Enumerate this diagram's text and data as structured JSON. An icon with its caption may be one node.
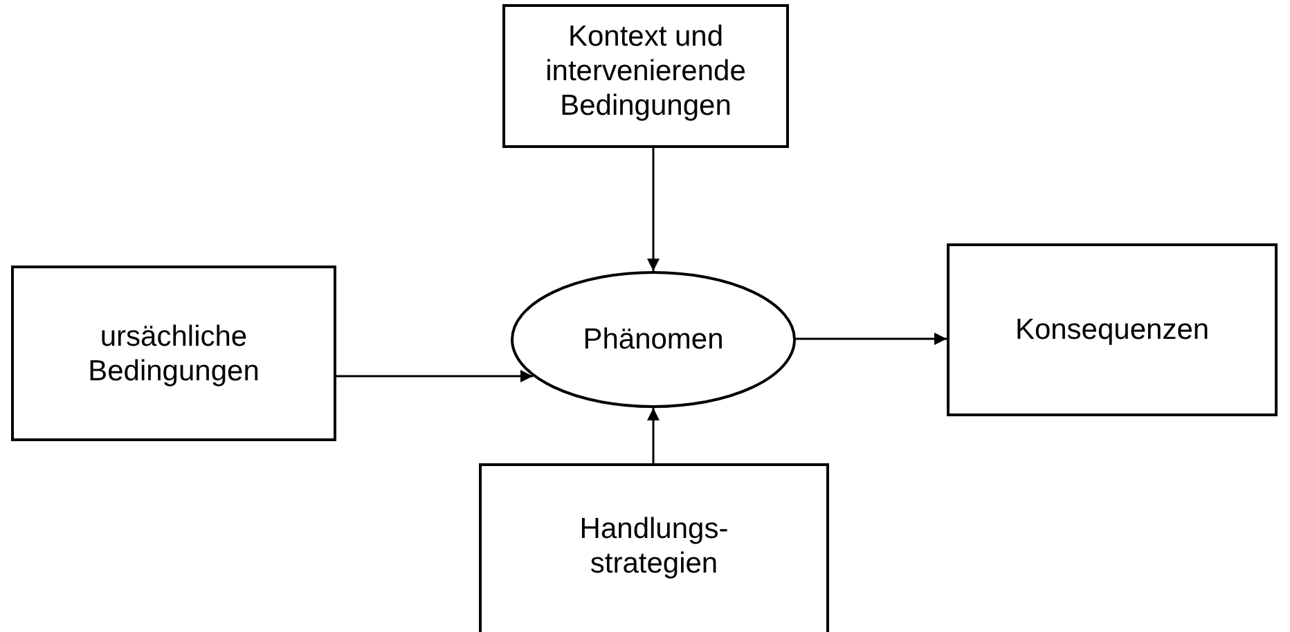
{
  "diagram": {
    "nodes": [
      {
        "text": [
          "Kontext und intervenierende Bedingungen"
        ]
      },
      {
        "text": [
          "ursächliche Bedingungen"
        ]
      },
      {
        "text": [
          "Phänomen"
        ]
      },
      {
        "text": [
          "Konsequenzen"
        ]
      },
      {
        "text": [
          "Handlungs- strategien"
        ]
      }
    ],
    "edges": [
      {
        "from": 0,
        "to": 2,
        "arrow": "to"
      },
      {
        "from": 1,
        "to": 2,
        "arrow": "to"
      },
      {
        "from": 2,
        "to": 3,
        "arrow": "to"
      },
      {
        "from": 4,
        "to": 2,
        "arrow": "to"
      }
    ]
  }
}
